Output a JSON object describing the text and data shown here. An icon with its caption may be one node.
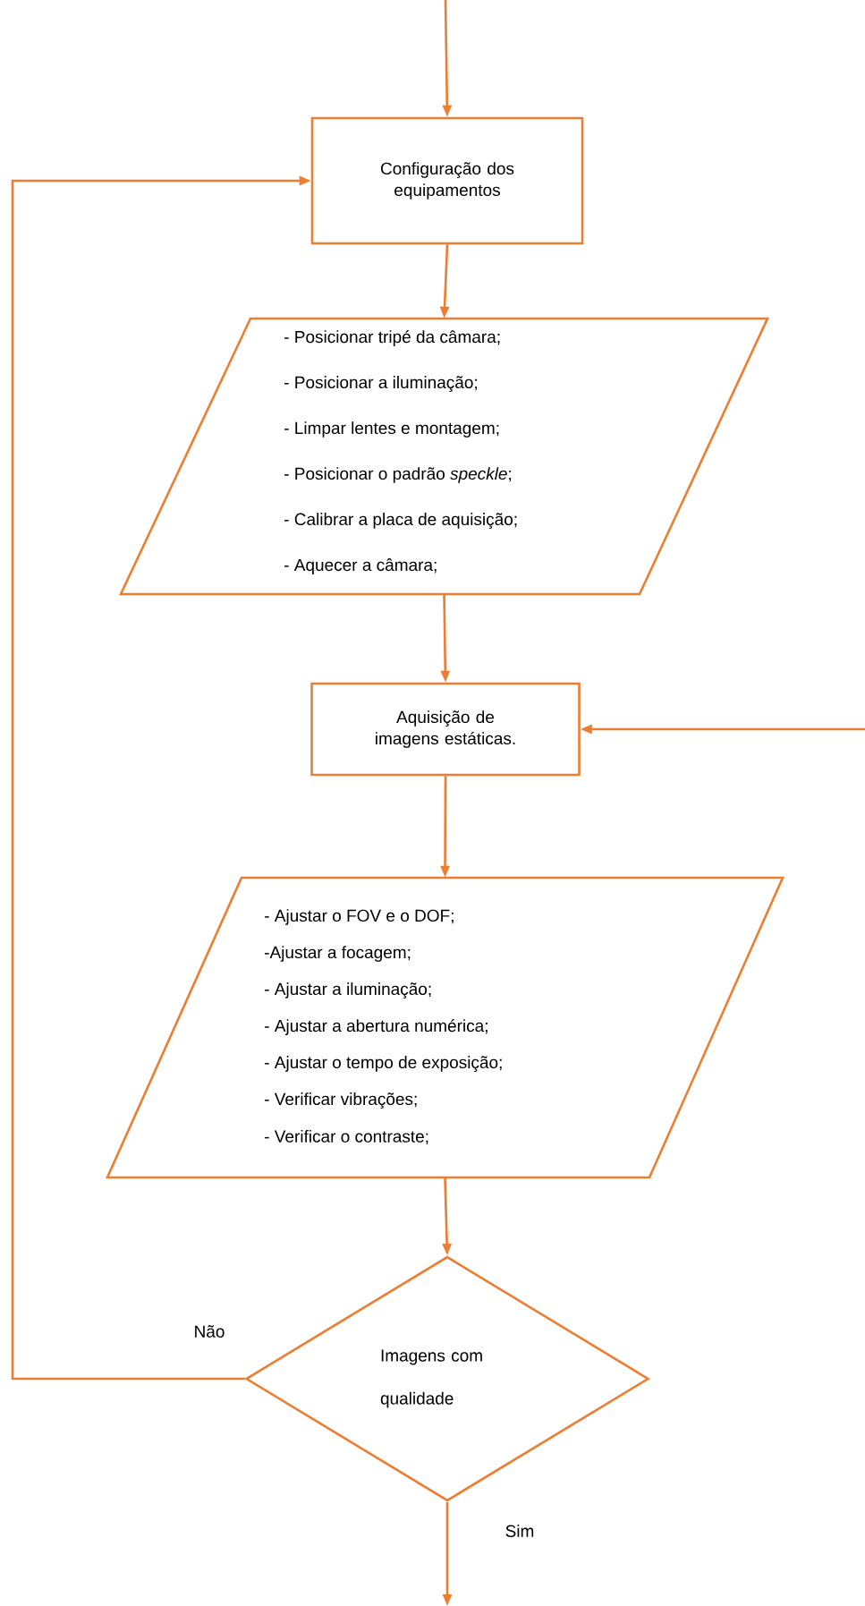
{
  "diagram": {
    "nodes": [
      {
        "text": [
          "Configuração dos equipamentos"
        ]
      },
      {
        "text": [
          "- Posicionar tripé da câmara;",
          "- Posicionar a iluminação;",
          "- Limpar lentes e montagem;",
          "- Posicionar o padrão *speckle*;",
          "- Calibrar a placa de aquisição;",
          "- Aquecer a câmara;"
        ]
      },
      {
        "text": [
          "Aquisição de imagens estáticas."
        ]
      },
      {
        "text": [
          "- Ajustar o FOV e o DOF;",
          "-Ajustar a focagem;",
          "- Ajustar a iluminação;",
          "- Ajustar a abertura numérica;",
          "- Ajustar o tempo de exposição;",
          "- Verificar vibrações;",
          "- Verificar o contraste;"
        ]
      },
      {
        "text": [
          "Imagens com qualidade"
        ]
      }
    ],
    "edges": [
      {
        "from": null,
        "to": 0,
        "arrow": "to"
      },
      {
        "from": 0,
        "to": 1,
        "arrow": "to"
      },
      {
        "from": 1,
        "to": 2,
        "arrow": "to"
      },
      {
        "from": null,
        "to": 2,
        "arrow": "to"
      },
      {
        "from": 2,
        "to": 3,
        "arrow": "to"
      },
      {
        "from": 3,
        "to": 4,
        "arrow": "to"
      },
      {
        "from": 4,
        "to": 0,
        "arrow": "to",
        "label": "Não"
      },
      {
        "from": 4,
        "to": null,
        "arrow": "to",
        "label": "Sim"
      }
    ]
  }
}
